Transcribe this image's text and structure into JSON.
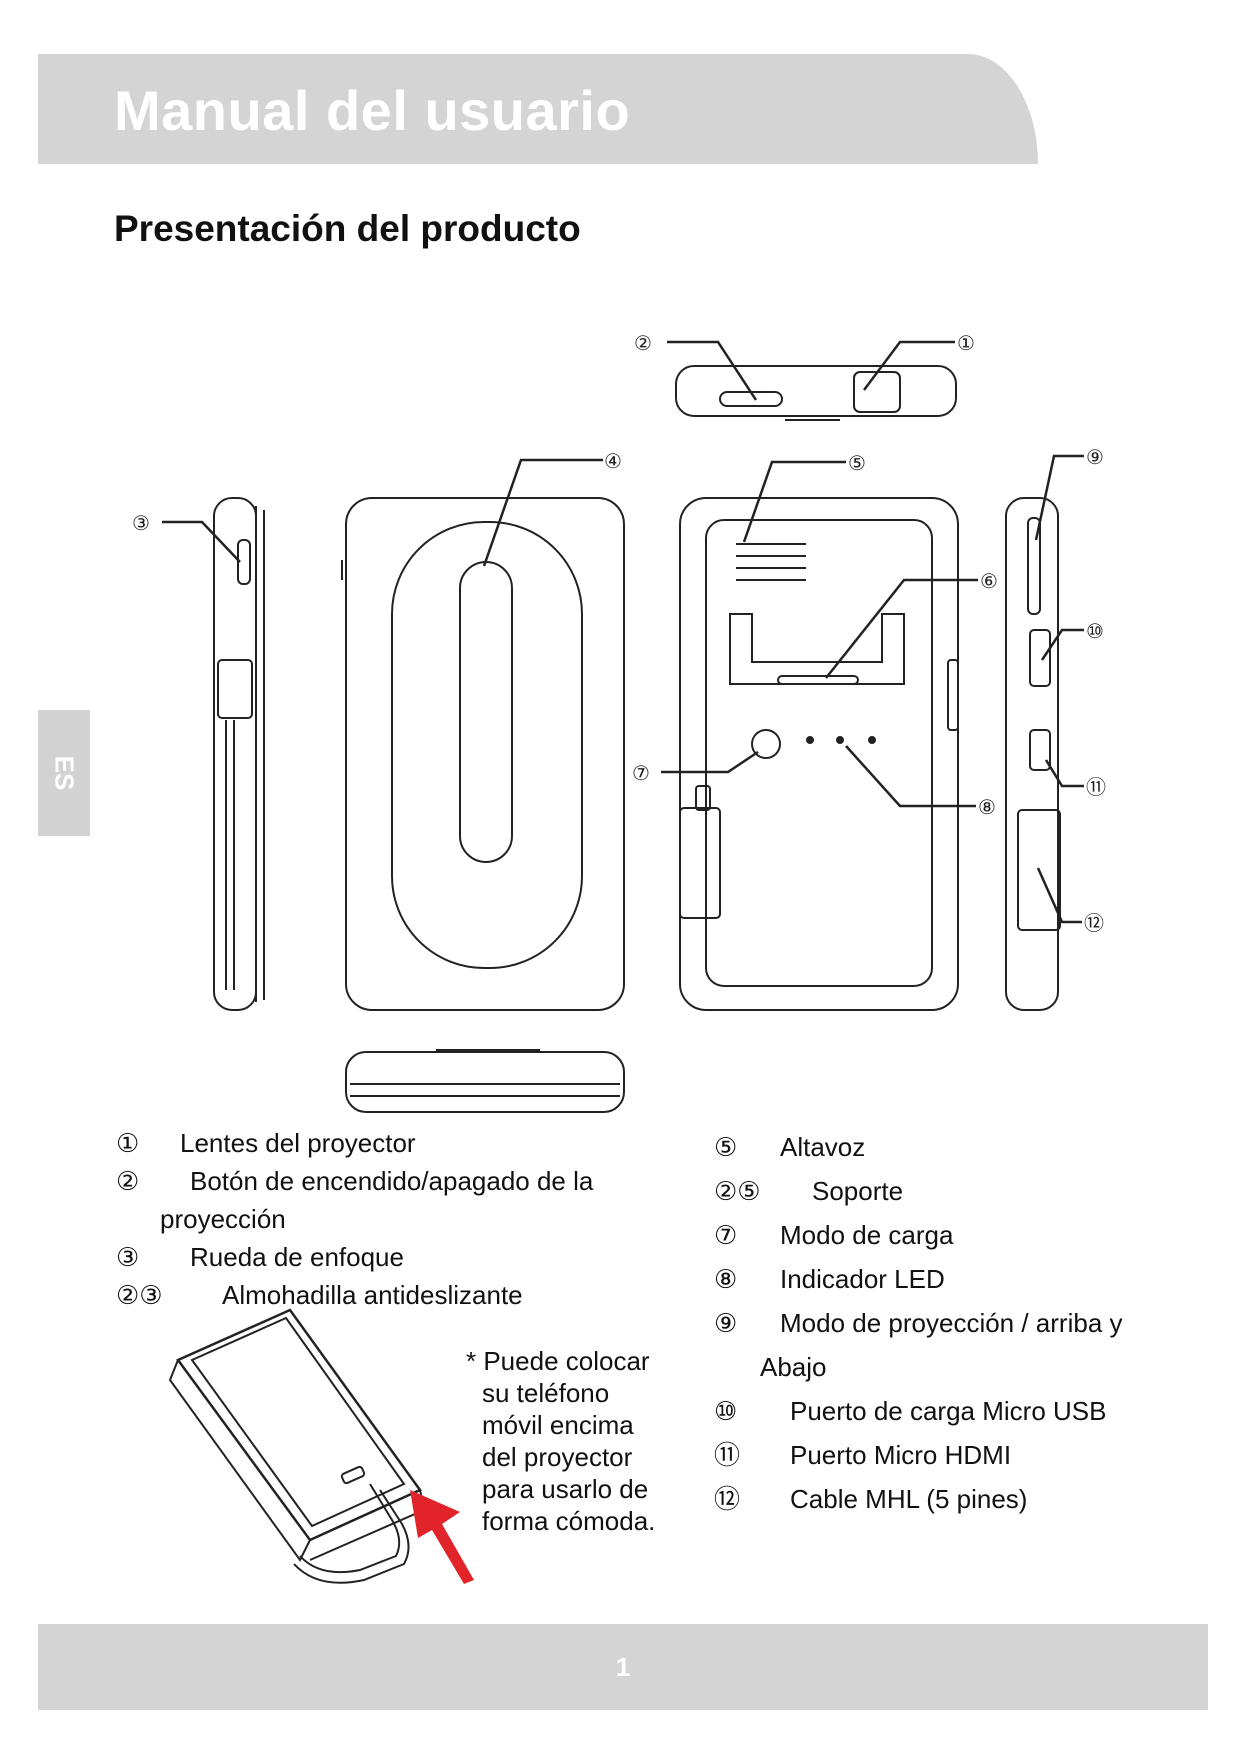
{
  "header": {
    "title": "Manual del usuario"
  },
  "section": {
    "title": "Presentación del producto"
  },
  "side_tab": {
    "label": "ES"
  },
  "callouts": [
    "①",
    "②",
    "③",
    "④",
    "⑤",
    "⑥",
    "⑦",
    "⑧",
    "⑨",
    "⑩",
    "⑪",
    "⑫"
  ],
  "legend_left": [
    {
      "num": "①",
      "text": "Lentes del proyector"
    },
    {
      "num": "②",
      "text": "Botón de encendido/apagado de la",
      "cont": "proyección"
    },
    {
      "num": "③",
      "text": "Rueda de enfoque"
    },
    {
      "num": "②③",
      "text": "Almohadilla antideslizante"
    }
  ],
  "legend_right": [
    {
      "num": "⑤",
      "text": "Altavoz"
    },
    {
      "num": "②⑤",
      "text": "Soporte"
    },
    {
      "num": "⑦",
      "text": "Modo de carga"
    },
    {
      "num": "⑧",
      "text": "Indicador LED"
    },
    {
      "num": "⑨",
      "text": "Modo de proyección / arriba y",
      "cont": "Abajo"
    },
    {
      "num": "⑩",
      "text": "Puerto de carga Micro USB"
    },
    {
      "num": "⑪",
      "text": "Puerto Micro HDMI"
    },
    {
      "num": "⑫",
      "text": "Cable MHL (5 pines)"
    }
  ],
  "note": {
    "lines": [
      "* Puede colocar",
      "su teléfono",
      "móvil encima",
      "del proyector",
      "para usarlo de",
      "forma cómoda."
    ]
  },
  "footer": {
    "page_number": "1"
  },
  "colors": {
    "header_bg": "#d4d4d4",
    "arrow": "#e0242a"
  }
}
